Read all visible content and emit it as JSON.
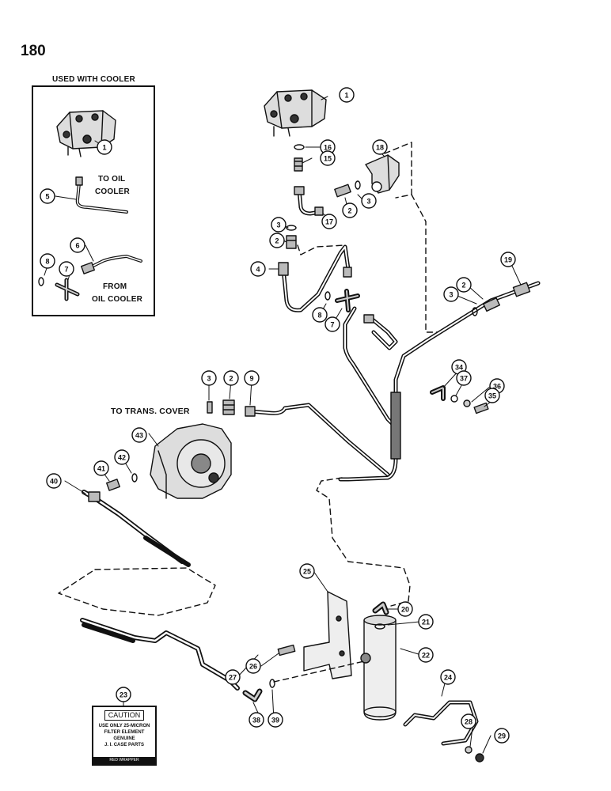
{
  "page_number": "180",
  "inset": {
    "title": "USED WITH COOLER",
    "to_label": [
      "TO OIL",
      "COOLER"
    ],
    "from_label": [
      "FROM",
      "OIL COOLER"
    ]
  },
  "labels": {
    "to_trans_cover": "TO TRANS. COVER"
  },
  "caution_card": {
    "title": "CAUTION",
    "lines": [
      "USE ONLY 25-MICRON",
      "FILTER ELEMENT",
      "GENUINE",
      "J. I. CASE PARTS"
    ],
    "wrapper_text": "RED WRAPPER"
  },
  "callouts": [
    "1",
    "1",
    "5",
    "6",
    "7",
    "8",
    "16",
    "15",
    "18",
    "3",
    "2",
    "17",
    "3",
    "2",
    "4",
    "8",
    "7",
    "19",
    "3",
    "2",
    "3",
    "2",
    "9",
    "34",
    "37",
    "36",
    "35",
    "43",
    "42",
    "41",
    "40",
    "25",
    "20",
    "21",
    "22",
    "24",
    "26",
    "27",
    "23",
    "38",
    "39",
    "28",
    "29"
  ]
}
